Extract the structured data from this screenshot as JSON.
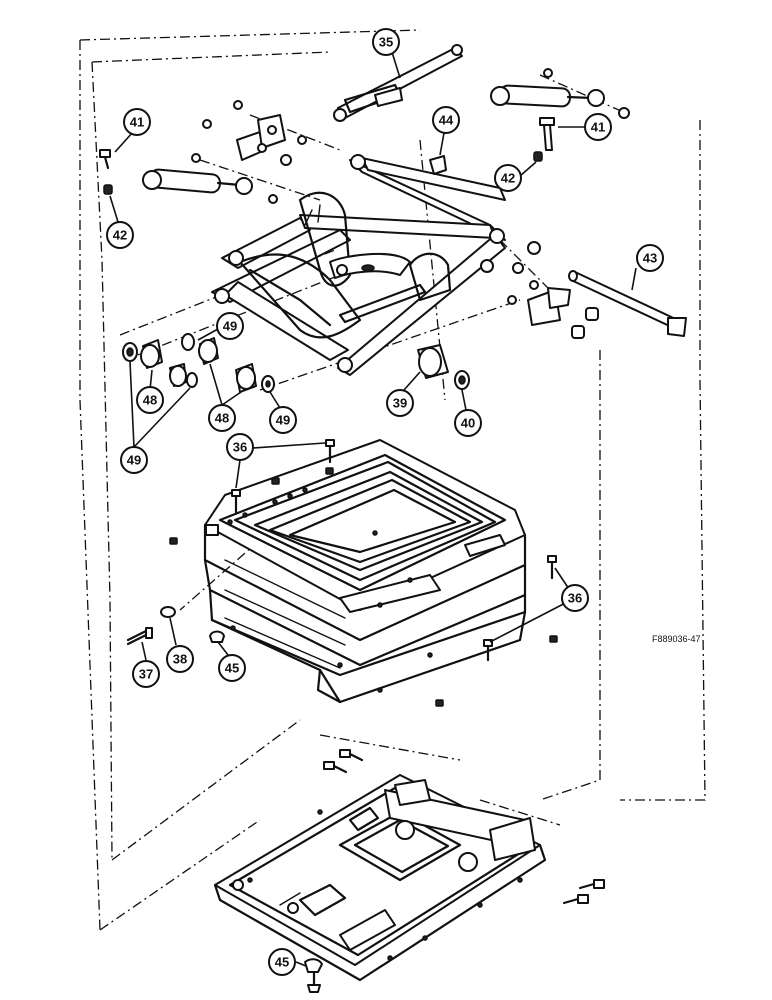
{
  "diagram": {
    "reference_code": "F889036-47",
    "callouts": [
      {
        "id": "c35a",
        "label": "35"
      },
      {
        "id": "c41a",
        "label": "41"
      },
      {
        "id": "c41b",
        "label": "41"
      },
      {
        "id": "c44",
        "label": "44"
      },
      {
        "id": "c42a",
        "label": "42"
      },
      {
        "id": "c42b",
        "label": "42"
      },
      {
        "id": "c43",
        "label": "43"
      },
      {
        "id": "c49a",
        "label": "49"
      },
      {
        "id": "c48a",
        "label": "48"
      },
      {
        "id": "c48b",
        "label": "48"
      },
      {
        "id": "c49b",
        "label": "49"
      },
      {
        "id": "c49c",
        "label": "49"
      },
      {
        "id": "c39",
        "label": "39"
      },
      {
        "id": "c40",
        "label": "40"
      },
      {
        "id": "c36a",
        "label": "36"
      },
      {
        "id": "c36b",
        "label": "36"
      },
      {
        "id": "c37",
        "label": "37"
      },
      {
        "id": "c38",
        "label": "38"
      },
      {
        "id": "c45a",
        "label": "45"
      },
      {
        "id": "c45b",
        "label": "45"
      }
    ]
  }
}
